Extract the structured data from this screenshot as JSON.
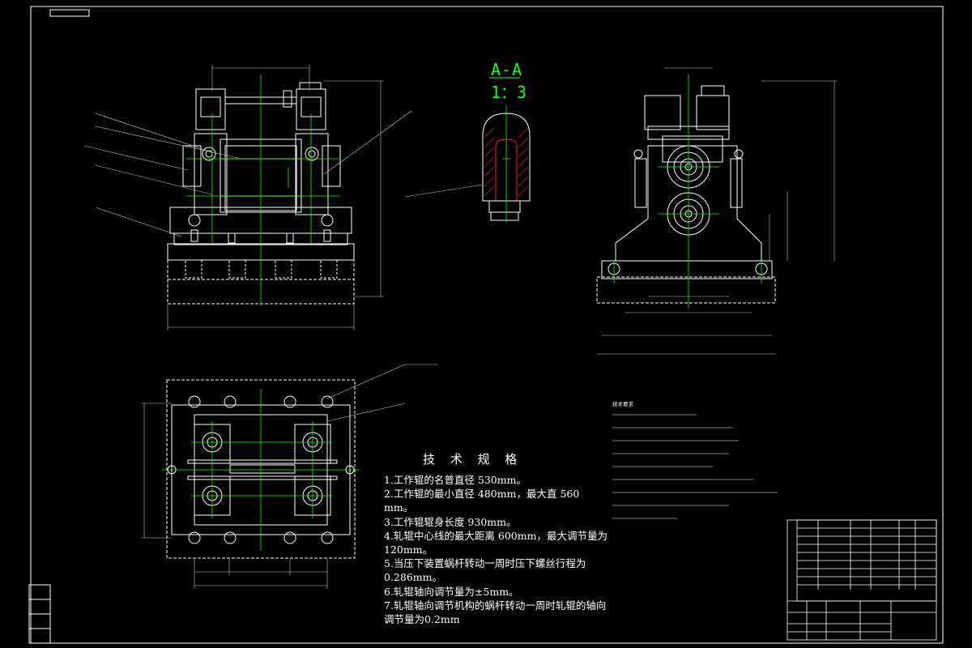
{
  "drawing": {
    "section_label": "A-A",
    "section_scale": "1：3",
    "specs_title": "技 术 规 格",
    "specs": [
      "1.工作辊的名普直径 530mm。",
      "2.工作辊的最小直径 480mm，最大直 560 mm。",
      "3.工作辊辊身长度 930mm。",
      "4.轧辊中心线的最大距离 600mm，最大调节量为120mm。",
      "5.当压下装置蜗杆转动一周时压下螺丝行程为0.286mm。",
      "6.轧辊轴向调节量为±5mm。",
      "7.轧辊轴向调节机构的蜗杆转动一周时轧辊的轴向调节量为0.2mm"
    ],
    "notes_title": "技术要求"
  },
  "colors": {
    "background": "#000000",
    "line": "#ffffff",
    "center": "#00ff00",
    "hatch": "#ff2020",
    "dim": "#c8c8c8"
  }
}
